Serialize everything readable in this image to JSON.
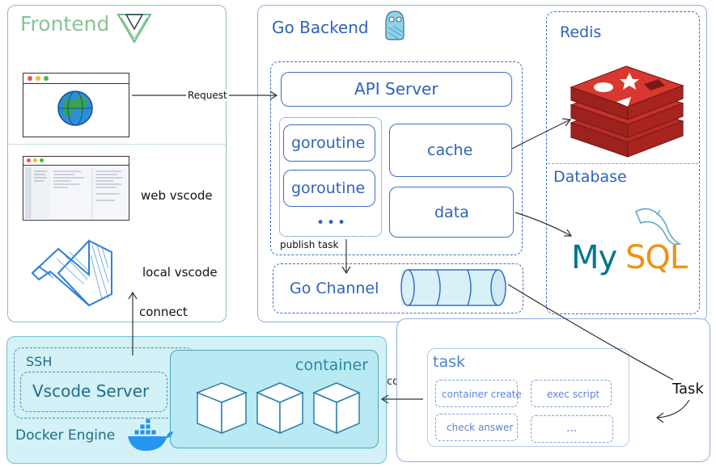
{
  "frontend": {
    "title": "Frontend",
    "request_label": "Request",
    "web_vscode_label": "web vscode",
    "local_vscode_label": "local vscode",
    "connect_label": "connect"
  },
  "backend": {
    "title": "Go Backend",
    "api_server": "API Server",
    "goroutine_1": "goroutine",
    "goroutine_2": "goroutine",
    "goroutine_more": "•••",
    "cache": "cache",
    "data": "data",
    "publish_task": "publish task",
    "channel": "Go Channel"
  },
  "storage": {
    "redis_title": "Redis",
    "database_title": "Database",
    "mysql_my": "My",
    "mysql_sql": "SQL"
  },
  "docker": {
    "ssh": "SSH",
    "vscode_server": "Vscode Server",
    "container": "container",
    "engine": "Docker Engine",
    "control_label": "control"
  },
  "task_panel": {
    "title": "task",
    "items": [
      "container create",
      "exec script",
      "check answer",
      "..."
    ],
    "task_label": "Task"
  },
  "colors": {
    "frontend_green": "#8bc79b",
    "backend_blue": "#3b6fc7",
    "docker_cyan": "#c9eef4",
    "redis_red": "#c8302a",
    "mysql_blue": "#00758f",
    "mysql_orange": "#f29111"
  }
}
